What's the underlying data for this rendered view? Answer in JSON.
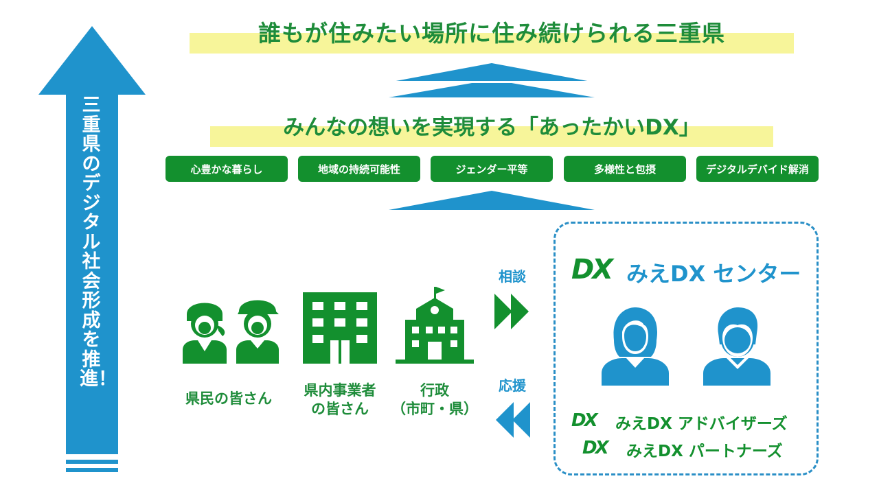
{
  "goal": "誰もが住みたい場所に住み続けられる三重県",
  "vision": "みんなの想いを実現する「あったかいDX」",
  "pillars": [
    "心豊かな暮らし",
    "地域の持続可能性",
    "ジェンダー平等",
    "多様性と包摂",
    "デジタルデバイド解消"
  ],
  "arrow_text": "三重県のデジタル社会形成を推進！",
  "stakeholders": {
    "citizens": "県民の皆さん",
    "business_line1": "県内事業者",
    "business_line2": "の皆さん",
    "admin_line1": "行政",
    "admin_line2": "（市町・県）"
  },
  "consult": "相談",
  "support": "応援",
  "center": {
    "logo": "DX",
    "title": "みえDX センター",
    "advisors": "みえDX アドバイザーズ",
    "partners": "みえDX パートナーズ"
  },
  "colors": {
    "green": "#13902e",
    "blue": "#1f93cc",
    "highlight": "#f7f59a"
  }
}
